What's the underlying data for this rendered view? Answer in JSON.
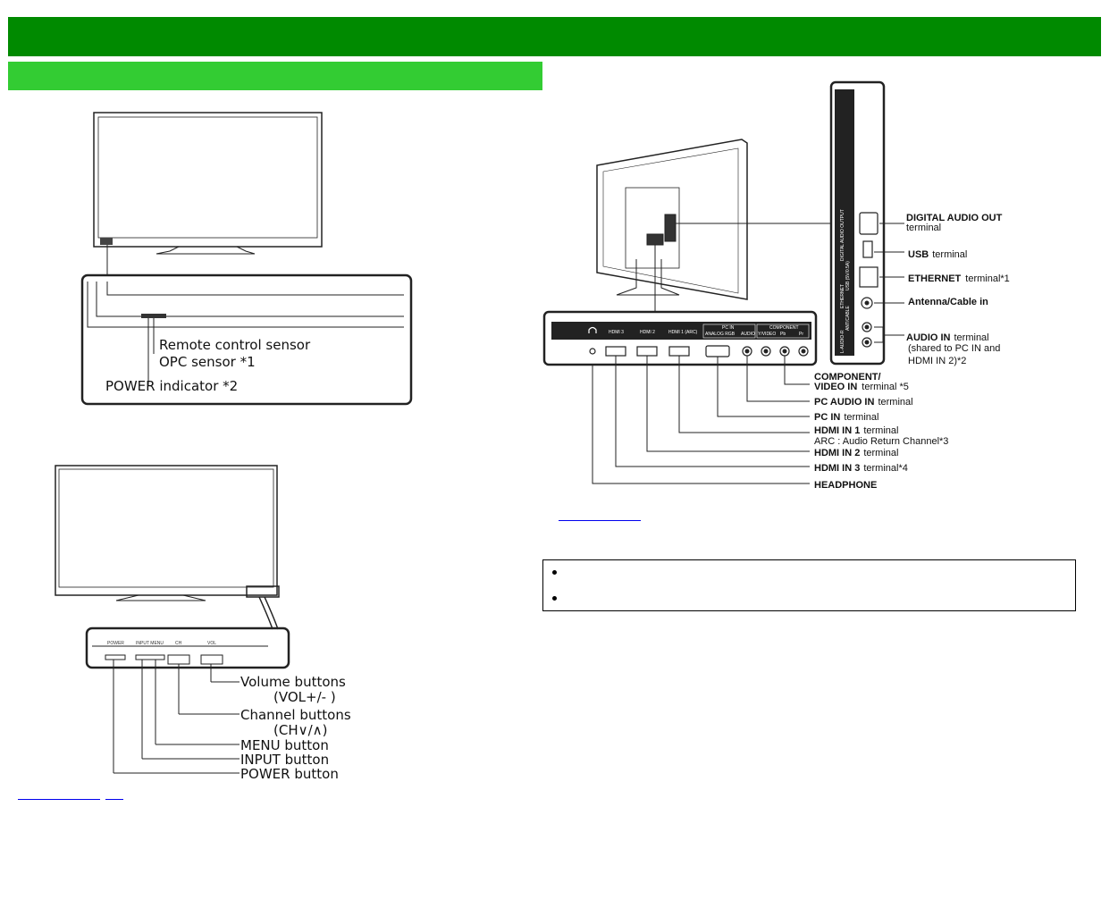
{
  "front_panel": {
    "labels": {
      "remote_sensor": "Remote control sensor",
      "opc_sensor": "OPC sensor *1",
      "power_indicator": "POWER indicator *2"
    }
  },
  "side_controls": {
    "panel_text": [
      "POWER",
      "INPUT MENU",
      "CH",
      "VOL"
    ],
    "labels": {
      "volume_1": "Volume buttons",
      "volume_2": "(VOL+/- )",
      "channel_1": "Channel buttons",
      "channel_2": "(CH∨/∧)",
      "menu": "MENU button",
      "input": "INPUT button",
      "power": "POWER button"
    }
  },
  "rear_terminals": {
    "panel_text": [
      "HDMI 3",
      "HDMI 2",
      "HDMI 1 (ARC)",
      "PC IN",
      "ANALOG RGB",
      "AUDIO",
      "COMPONENT",
      "Y/VIDEO",
      "Pb",
      "Pr"
    ],
    "side_text": [
      "DIGITAL AUDIO OUTPUT",
      "USB (5V/0.5A)",
      "ETHERNET",
      "ANT/CABLE",
      "L-AUDIO-R"
    ],
    "right": [
      {
        "bold": "DIGITAL AUDIO OUT",
        "rest": "",
        "line2": "terminal"
      },
      {
        "bold": "USB",
        "rest": "terminal",
        "line2": ""
      },
      {
        "bold": "ETHERNET",
        "rest": "terminal*1",
        "line2": ""
      },
      {
        "bold": "Antenna/Cable in",
        "rest": "",
        "line2": ""
      },
      {
        "bold": "AUDIO IN",
        "rest": "terminal",
        "line2": "(shared to PC IN and",
        "line3": "HDMI IN 2)*2"
      }
    ],
    "bottom": [
      {
        "bold": "COMPONENT/",
        "rest": ""
      },
      {
        "bold": "VIDEO IN",
        "rest": "terminal *5"
      },
      {
        "bold": "PC AUDIO IN",
        "rest": "terminal"
      },
      {
        "bold": "PC IN",
        "rest": "terminal"
      },
      {
        "bold": "HDMI IN 1",
        "rest": "terminal"
      },
      {
        "bold": "",
        "rest": "ARC : Audio  Return Channel*3"
      },
      {
        "bold": "HDMI IN 2",
        "rest": "terminal"
      },
      {
        "bold": "HDMI IN 3",
        "rest": "terminal*4"
      },
      {
        "bold": "HEADPHONE",
        "rest": ""
      }
    ]
  },
  "colors": {
    "header": "#008a00",
    "subheader": "#33cc33",
    "link": "#0000ee"
  }
}
